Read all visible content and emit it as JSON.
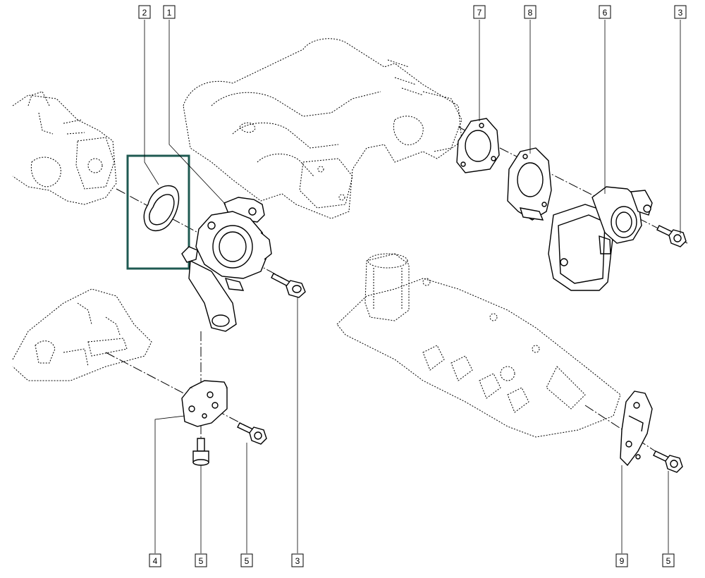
{
  "highlight_color": "#1f5a52",
  "callouts": {
    "c1": "1",
    "c2": "2",
    "c3_top": "3",
    "c3_bottom": "3",
    "c4": "4",
    "c5_left": "5",
    "c5_mid": "5",
    "c5_right": "5",
    "c6": "6",
    "c7": "7",
    "c8": "8",
    "c9": "9"
  }
}
